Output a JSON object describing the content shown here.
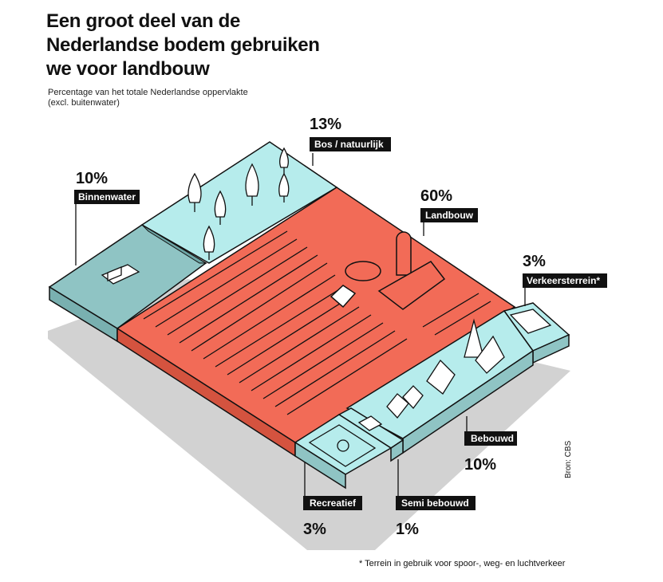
{
  "title": "Een groot deel van de Nederlandse bodem gebruiken we voor landbouw",
  "subtitle": "Percentage van het totale Nederlandse oppervlakte (excl. buitenwater)",
  "footnote": "* Terrein in gebruik voor spoor-, weg- en luchtverkeer",
  "source": "Bron: CBS",
  "colors": {
    "landbouw": "#f26b57",
    "water": "#8fc4c4",
    "nature": "#b6ecec",
    "built": "#b6ecec"
  },
  "chart_data": {
    "type": "isometric-area",
    "unit": "%",
    "categories": [
      "Binnenwater",
      "Bos / natuurlijk",
      "Landbouw",
      "Verkeersterrein*",
      "Bebouwd",
      "Semi bebouwd",
      "Recreatief"
    ],
    "values": [
      10,
      13,
      60,
      3,
      10,
      1,
      3
    ],
    "value_labels": [
      "10%",
      "13%",
      "60%",
      "3%",
      "10%",
      "1%",
      "3%"
    ]
  }
}
